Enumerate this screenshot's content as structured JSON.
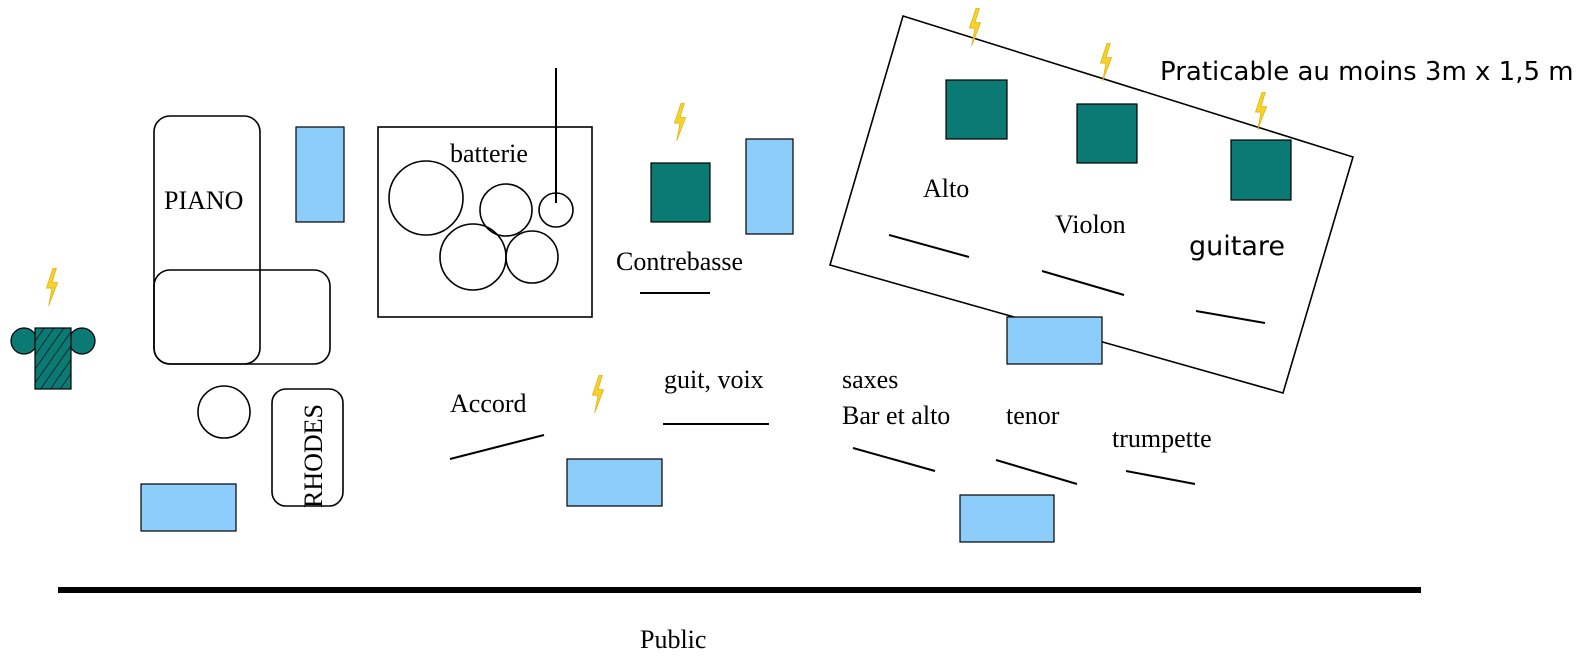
{
  "labels": {
    "praticable": "Praticable au moins 3m x 1,5 m",
    "piano": "PIANO",
    "batterie": "batterie",
    "contrebasse": "Contrebasse",
    "alto": "Alto",
    "violon": "Violon",
    "guitare": "guitare",
    "rhodes": "RHODES",
    "accord": "Accord",
    "guit_voix": "guit, voix",
    "saxes": "saxes",
    "bar_alto": "Bar et alto",
    "tenor": "tenor",
    "trumpette": "trumpette",
    "public": "Public"
  },
  "colors": {
    "monitor": "#8ccdfb",
    "amp": "#0c7a74",
    "power": "#f6d32a"
  },
  "icons": [
    "power-bolt-icon",
    "amp-icon",
    "monitor-wedge-icon",
    "music-stand-icon"
  ]
}
